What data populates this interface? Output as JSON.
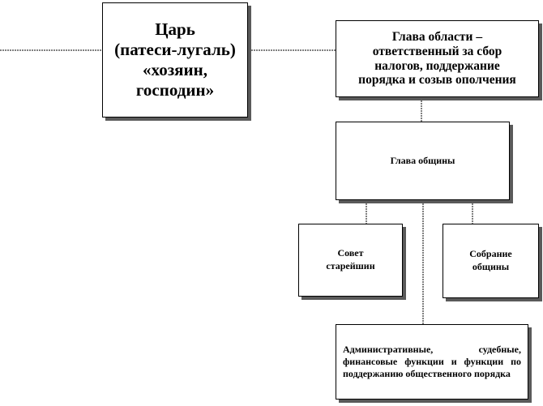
{
  "nodes": {
    "king": "Царь\n(патеси-лугаль)\n«хозяин,\nгосподин»",
    "region": "Глава области –\nответственный за сбор\nналогов, поддержание\nпорядка и созыв  ополчения",
    "community": "Глава общины",
    "council": "Совет\nстарейшин",
    "assembly": "Собрание\nобщины",
    "functions": "Административные, судебные, финансовые функции и функции по поддержанию общественного порядка"
  }
}
